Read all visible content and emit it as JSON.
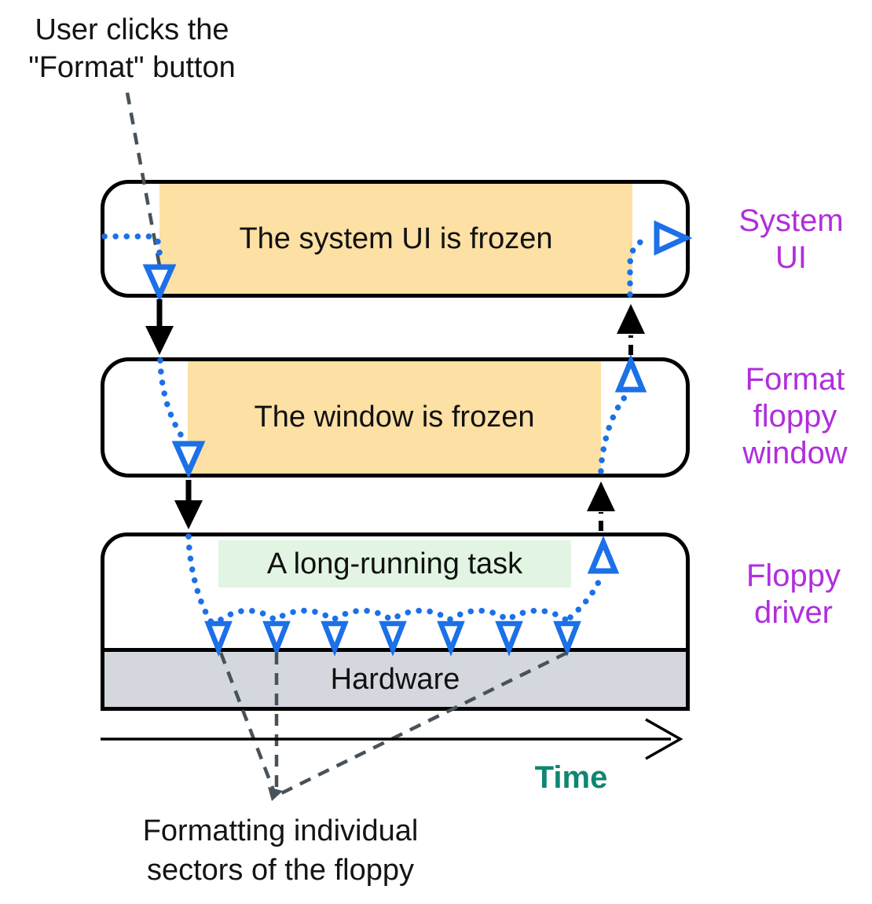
{
  "colors": {
    "frozen_band": "#FCE0A4",
    "task_band": "#E1F5E2",
    "hardware_fill": "#D4D8DE",
    "flow_blue": "#1C70E8",
    "label_magenta": "#B02EDC",
    "time_teal": "#0F8670",
    "leader_gray": "#47525A",
    "ink": "#000000"
  },
  "annotations": {
    "user_click": {
      "lines": [
        "User clicks the",
        "\"Format\" button"
      ]
    },
    "sector_note": {
      "lines": [
        "Formatting individual",
        "sectors of the floppy"
      ]
    }
  },
  "lanes": {
    "system_ui": {
      "band_text": "The system UI is frozen",
      "label_lines": [
        "System",
        "UI"
      ]
    },
    "format_window": {
      "band_text": "The window is frozen",
      "label_lines": [
        "Format",
        "floppy",
        "window"
      ]
    },
    "floppy_driver": {
      "task_text": "A long-running task",
      "hardware_text": "Hardware",
      "label_lines": [
        "Floppy",
        "driver"
      ]
    }
  },
  "axis": {
    "label": "Time"
  }
}
